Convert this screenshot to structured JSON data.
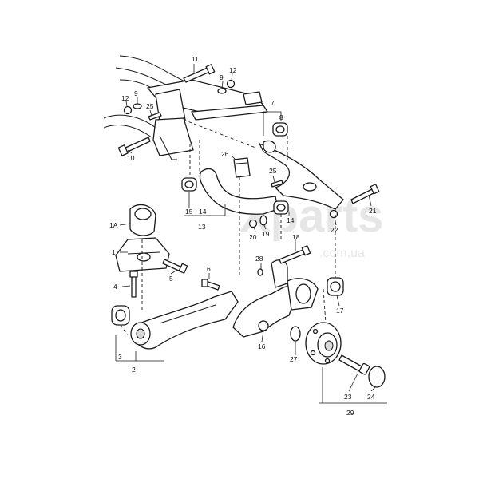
{
  "watermark": {
    "main": "Xparts",
    "sub": ".com.ua"
  },
  "callouts": {
    "c1": "1",
    "c1a": "1A",
    "c2": "2",
    "c3": "3",
    "c4": "4",
    "c5": "5",
    "c6": "6",
    "c7": "7",
    "c8": "8",
    "c9a": "9",
    "c9b": "9",
    "c10": "10",
    "c11": "11",
    "c12a": "12",
    "c12b": "12",
    "c13": "13",
    "c14a": "14",
    "c14b": "14",
    "c15": "15",
    "c16": "16",
    "c17": "17",
    "c18": "18",
    "c19": "19",
    "c20": "20",
    "c21": "21",
    "c22": "22",
    "c23": "23",
    "c24": "24",
    "c25a": "25",
    "c25b": "25",
    "c26": "26",
    "c27": "27",
    "c28": "28",
    "c29": "29"
  }
}
